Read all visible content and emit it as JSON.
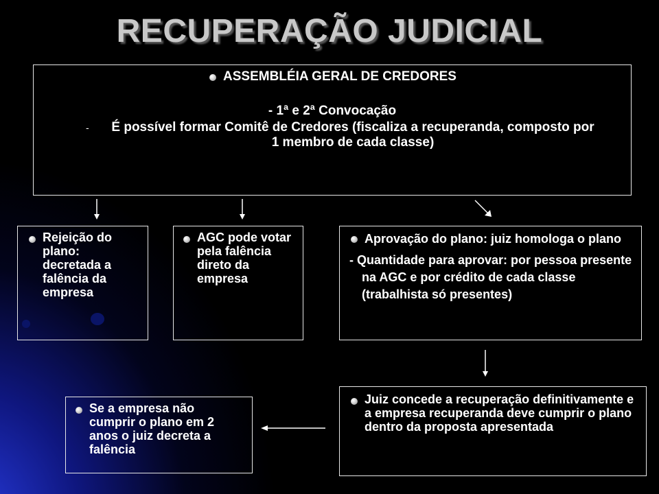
{
  "title": "RECUPERAÇÃO JUDICIAL",
  "assembly": {
    "heading": "ASSEMBLÉIA GERAL DE CREDORES",
    "convocation": "- 1ª e 2ª Convocação",
    "dash": "-",
    "committee": "É possível formar Comitê de Credores (fiscaliza a recuperanda, composto por 1 membro de cada classe)"
  },
  "rejection": "Rejeição do plano: decretada a falência da empresa",
  "agc_vote": "AGC pode votar pela falência direto da empresa",
  "approval": {
    "heading": "Aprovação do plano: juiz homologa o plano",
    "quantity": "- Quantidade para aprovar: por pessoa presente na AGC e por crédito de cada classe (trabalhista só presentes)"
  },
  "concede": "Juiz concede a recuperação definitivamente e a empresa recuperanda deve cumprir o plano dentro da proposta apresentada",
  "failure": "Se a empresa não cumprir o plano em 2 anos o juiz decreta a falência",
  "colors": {
    "background": "#000000",
    "glow": "#2a3ce6",
    "title": "#c8c8c8",
    "text": "#ffffff",
    "border": "#e8e8e8"
  }
}
